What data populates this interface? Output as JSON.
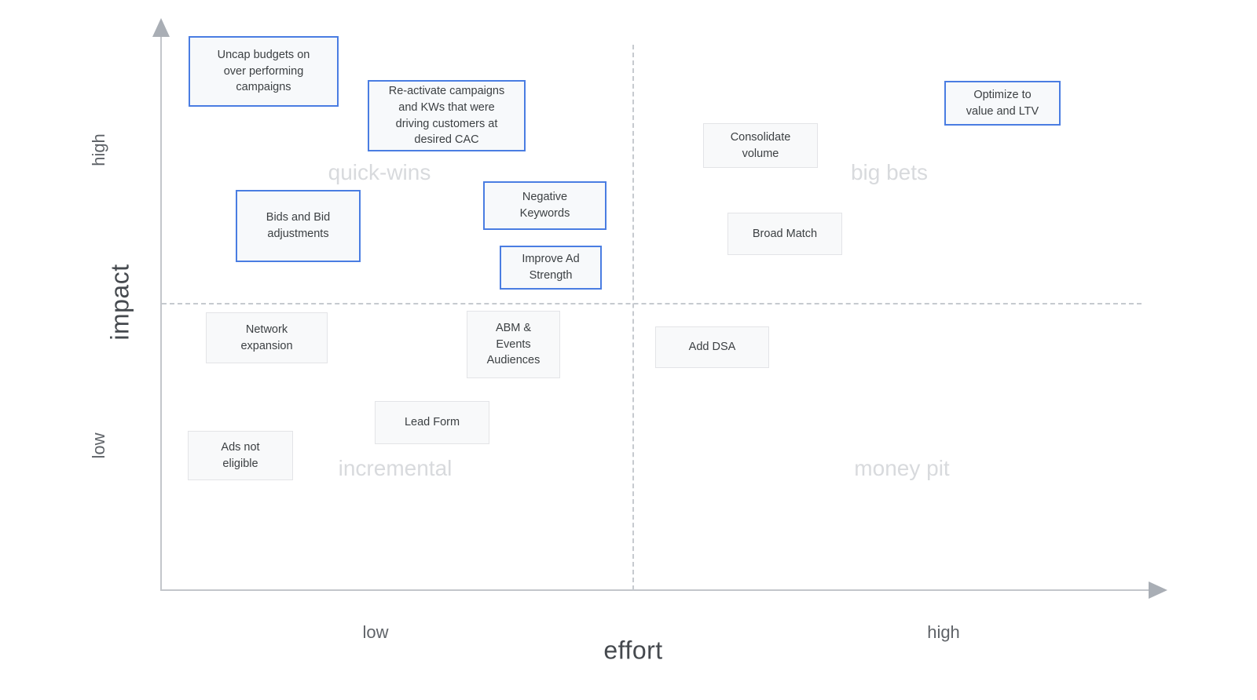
{
  "matrix": {
    "y_axis": {
      "label": "impact",
      "high": "high",
      "low": "low"
    },
    "x_axis": {
      "label": "effort",
      "low": "low",
      "high": "high"
    },
    "quadrants": {
      "top_left": "quick-wins",
      "top_right": "big bets",
      "bottom_left": "incremental",
      "bottom_right": "money pit"
    },
    "nodes": {
      "uncap_budgets": {
        "label": "Uncap budgets on\nover performing\ncampaigns",
        "highlighted": true
      },
      "reactivate": {
        "label": "Re-activate campaigns\nand KWs that were\ndriving customers at\ndesired CAC",
        "highlighted": true
      },
      "bids": {
        "label": "Bids and Bid\nadjustments",
        "highlighted": true
      },
      "negative_keywords": {
        "label": "Negative\nKeywords",
        "highlighted": true
      },
      "improve_ad": {
        "label": "Improve Ad\nStrength",
        "highlighted": true
      },
      "consolidate_volume": {
        "label": "Consolidate\nvolume",
        "highlighted": false
      },
      "broad_match": {
        "label": "Broad Match",
        "highlighted": false
      },
      "optimize_ltv": {
        "label": "Optimize to\nvalue and LTV",
        "highlighted": true
      },
      "network_expansion": {
        "label": "Network\nexpansion",
        "highlighted": false
      },
      "abm_events": {
        "label": "ABM &\nEvents\nAudiences",
        "highlighted": false
      },
      "add_dsa": {
        "label": "Add DSA",
        "highlighted": false
      },
      "lead_form": {
        "label": "Lead Form",
        "highlighted": false
      },
      "ads_not_eligible": {
        "label": "Ads not\neligible",
        "highlighted": false
      }
    }
  },
  "colors": {
    "highlight_border": "#4a7de2",
    "default_border": "#e3e4e7",
    "node_fill": "#f8f9fa",
    "node_text": "#3c4043",
    "quadrant_label": "#d8dadd",
    "axis_line": "#c3c6cb",
    "axis_arrow": "#a9aeb5",
    "axis_sublabel": "#5f6368",
    "axis_title": "#45494e"
  }
}
